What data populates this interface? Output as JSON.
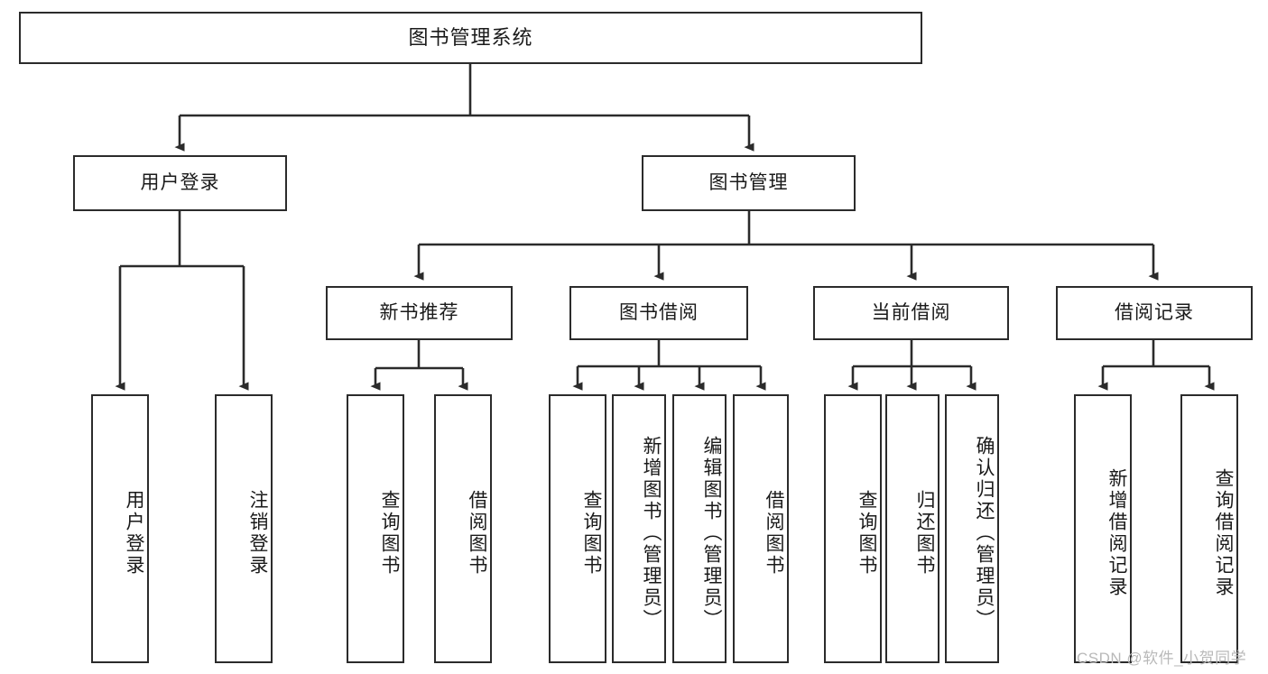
{
  "diagram": {
    "title": "图书管理系统",
    "type": "tree-hierarchy",
    "style": {
      "box_border_color": "#2b2b2b",
      "box_fill": "#ffffff",
      "edge_color": "#2b2b2b",
      "background": "#ffffff",
      "watermark_color": "#b9b9b9"
    },
    "nodes": {
      "root": {
        "label": "图书管理系统"
      },
      "level2": [
        {
          "id": "user-login",
          "label": "用户登录"
        },
        {
          "id": "book-manage",
          "label": "图书管理"
        }
      ],
      "level3": [
        {
          "id": "new-book-recommend",
          "label": "新书推荐"
        },
        {
          "id": "book-borrow",
          "label": "图书借阅"
        },
        {
          "id": "current-borrow",
          "label": "当前借阅"
        },
        {
          "id": "borrow-record",
          "label": "借阅记录"
        }
      ],
      "leaves": {
        "user-login": [
          {
            "id": "leaf-user-login",
            "label": "用户登录"
          },
          {
            "id": "leaf-logout-login",
            "label": "注销登录"
          }
        ],
        "new-book-recommend": [
          {
            "id": "leaf-query-book-1",
            "label": "查询图书"
          },
          {
            "id": "leaf-borrow-book-1",
            "label": "借阅图书"
          }
        ],
        "book-borrow": [
          {
            "id": "leaf-query-book-2",
            "label": "查询图书"
          },
          {
            "id": "leaf-add-book",
            "label": "新增图书（管理员）"
          },
          {
            "id": "leaf-edit-book",
            "label": "编辑图书（管理员）"
          },
          {
            "id": "leaf-borrow-book-2",
            "label": "借阅图书"
          }
        ],
        "current-borrow": [
          {
            "id": "leaf-query-book-3",
            "label": "查询图书"
          },
          {
            "id": "leaf-return-book",
            "label": "归还图书"
          },
          {
            "id": "leaf-confirm-return",
            "label": "确认归还（管理员）"
          }
        ],
        "borrow-record": [
          {
            "id": "leaf-add-record",
            "label": "新增借阅记录"
          },
          {
            "id": "leaf-query-record",
            "label": "查询借阅记录"
          }
        ]
      }
    },
    "watermark": "CSDN @软件_小贺同学"
  }
}
